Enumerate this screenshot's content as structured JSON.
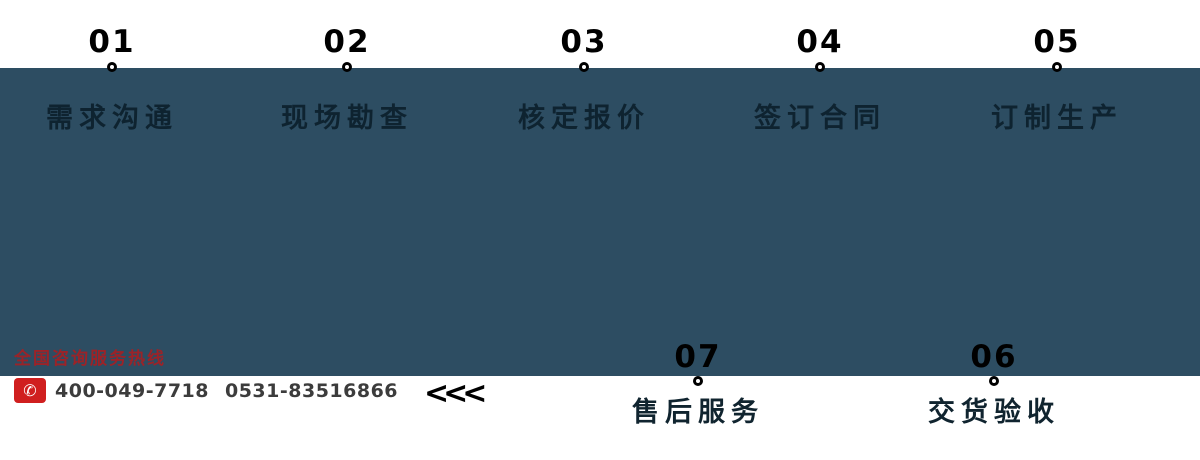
{
  "colors": {
    "band": "#2d4d62",
    "accent_red": "#d01f1f",
    "hotline_title_red": "#9b2328",
    "text_dark": "#0e2330"
  },
  "steps_top": [
    {
      "num": "01",
      "label": "需求沟通"
    },
    {
      "num": "02",
      "label": "现场勘查"
    },
    {
      "num": "03",
      "label": "核定报价"
    },
    {
      "num": "04",
      "label": "签订合同"
    },
    {
      "num": "05",
      "label": "订制生产"
    }
  ],
  "steps_bottom": [
    {
      "num": "07",
      "label": "售后服务"
    },
    {
      "num": "06",
      "label": "交货验收"
    }
  ],
  "hotline": {
    "title": "全国咨询服务热线",
    "phone_icon_glyph": "✆",
    "number1": "400-049-7718",
    "number2": "0531-83516866"
  },
  "arrows": {
    "glyphs": "<<<"
  }
}
